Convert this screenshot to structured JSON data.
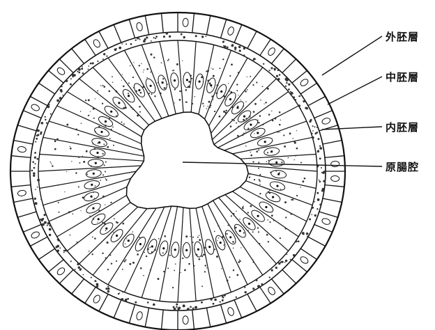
{
  "labels": {
    "ectoderm": "外胚層",
    "mesoderm": "中胚層",
    "endoderm": "内胚層",
    "archenteron": "原腸腔"
  },
  "colors": {
    "ink": "#111111",
    "paper": "#ffffff",
    "dots": "#333333"
  }
}
